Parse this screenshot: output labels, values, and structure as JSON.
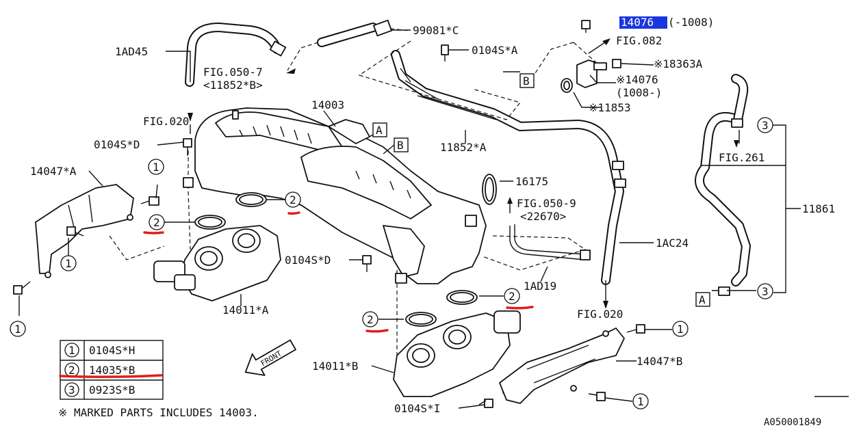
{
  "diagram_id": "A050001849",
  "note": "※ MARKED PARTS INCLUDES 14003.",
  "front_label": "FRONT",
  "refs": {
    "fig_050_7": "FIG.050-7",
    "fig_050_7_sub": "<11852*B>",
    "fig_020_top": "FIG.020",
    "fig_020_right": "FIG.020",
    "fig_082": "FIG.082",
    "fig_050_9": "FIG.050-9",
    "fig_050_9_sub": "<22670>",
    "fig_261": "FIG.261"
  },
  "parts": {
    "p1AD45": "1AD45",
    "p99081C": "99081*C",
    "p0104SA": "0104S*A",
    "p14076_hl": "14076",
    "p14076_range": "(-1008)",
    "p18363A": "※18363A",
    "p14076_b": "※14076",
    "p14076_b_range": "(1008-)",
    "p11853": "※11853",
    "p14003": "14003",
    "p11852A": "11852*A",
    "p0104SD_top": "0104S*D",
    "p14047A": "14047*A",
    "p16175": "16175",
    "p11861": "11861",
    "p1AC24": "1AC24",
    "p0104SD_mid": "0104S*D",
    "p1AD19": "1AD19",
    "p14011A": "14011*A",
    "p14011B": "14011*B",
    "p14047B": "14047*B",
    "p0104SI": "0104S*I"
  },
  "callouts": {
    "c1": "1",
    "c2": "2",
    "c3": "3",
    "boxA": "A",
    "boxB": "B"
  },
  "legend": [
    {
      "num": "1",
      "part": "0104S*H"
    },
    {
      "num": "2",
      "part": "14035*B"
    },
    {
      "num": "3",
      "part": "0923S*B"
    }
  ],
  "colors": {
    "annotation_red": "#e31c1c",
    "highlight_blue": "#1a36e0"
  }
}
